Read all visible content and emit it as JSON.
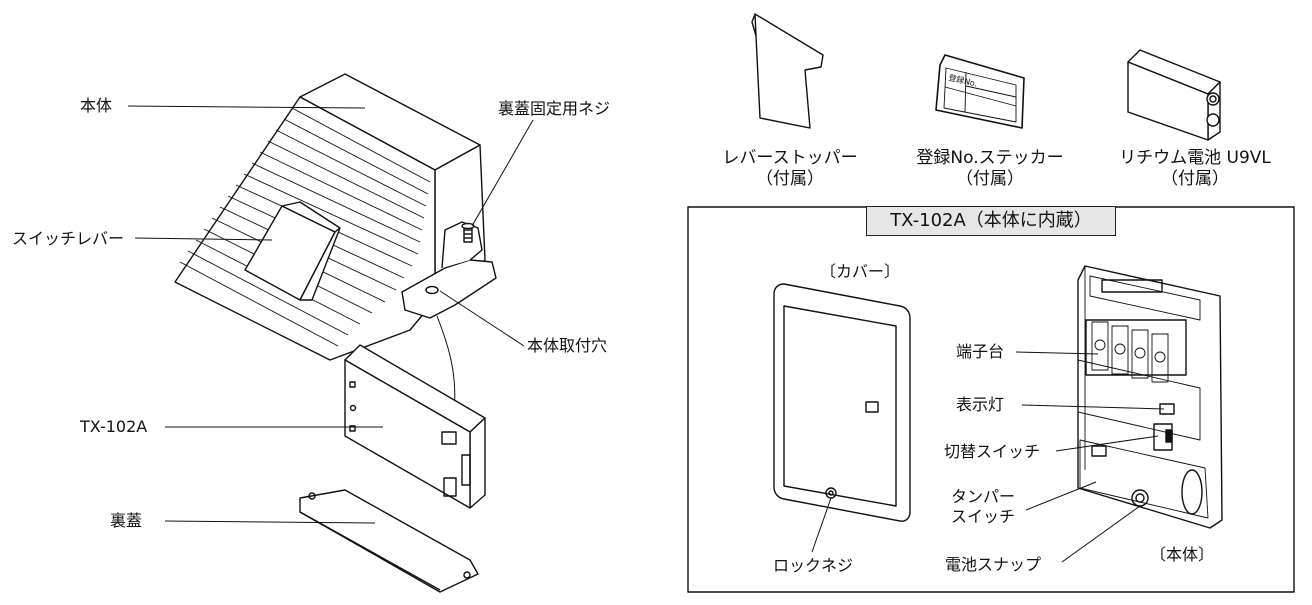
{
  "labels": {
    "body": "本体",
    "switch_lever": "スイッチレバー",
    "back_cover_screw": "裏蓋固定用ネジ",
    "mount_hole": "本体取付穴",
    "module": "TX-102A",
    "back_cover": "裏蓋"
  },
  "accessories": [
    {
      "name": "レバーストッパー",
      "note": "（付属）"
    },
    {
      "name": "登録No.ステッカー",
      "note": "（付属）"
    },
    {
      "name": "リチウム電池 U9VL",
      "note": "（付属）"
    }
  ],
  "sticker_text": "登録No.",
  "inset": {
    "title": "TX-102A（本体に内蔵）",
    "cover_label": "〔カバー〕",
    "body_label": "〔本体〕",
    "lock_screw": "ロックネジ",
    "terminal_block": "端子台",
    "indicator_lamp": "表示灯",
    "selector_switch": "切替スイッチ",
    "tamper_switch_line1": "タンパー",
    "tamper_switch_line2": "スイッチ",
    "battery_snap": "電池スナップ"
  }
}
